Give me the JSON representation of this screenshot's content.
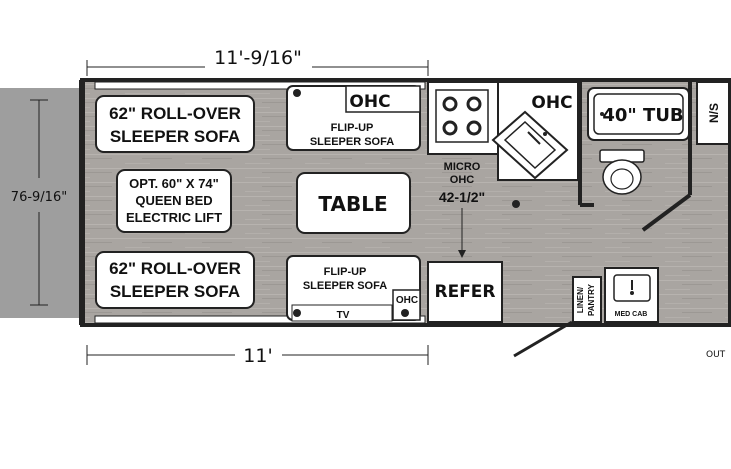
{
  "dimensions": {
    "top_width": "11'-9/16\"",
    "bottom_width": "11'",
    "height": "76-9/16\"",
    "micro_ohc": "42-1/2\""
  },
  "labels": {
    "sofa_top": [
      "62\" ROLL-OVER",
      "SLEEPER SOFA"
    ],
    "bed": [
      "OPT. 60\" X 74\"",
      "QUEEN BED",
      "ELECTRIC LIFT"
    ],
    "sofa_bottom": [
      "62\" ROLL-OVER",
      "SLEEPER SOFA"
    ],
    "flip_top": [
      "FLIP-UP",
      "SLEEPER SOFA"
    ],
    "flip_bottom": [
      "FLIP-UP",
      "SLEEPER SOFA"
    ],
    "ohc_top": "OHC",
    "ohc_kitchen": "OHC",
    "ohc_bottom": "OHC",
    "tv": "TV",
    "table": "TABLE",
    "micro": [
      "MICRO",
      "OHC"
    ],
    "refer": "REFER",
    "tub": "40\" TUB",
    "ns": "N/S",
    "linen": [
      "LINEN/",
      "PANTRY"
    ],
    "med_cab": "MED CAB",
    "outside": "OUT"
  },
  "colors": {
    "floor": "#a8a4a0",
    "wall": "#2a2a2a",
    "ramp": "#9a9a9a",
    "furniture": "#ffffff"
  }
}
